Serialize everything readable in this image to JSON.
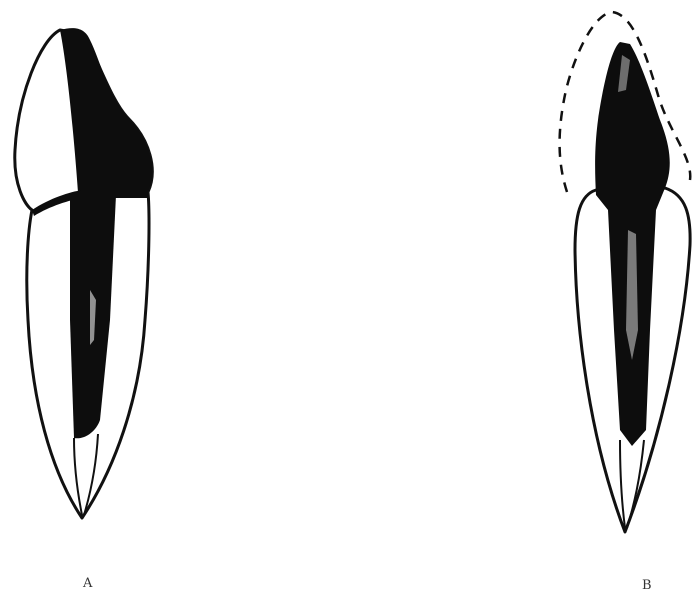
{
  "figure": {
    "panels": [
      {
        "id": "A",
        "label": "A"
      },
      {
        "id": "B",
        "label": "B"
      }
    ],
    "colors": {
      "outline": "#111111",
      "filling": "#0d0d0d",
      "background": "#ffffff"
    }
  }
}
